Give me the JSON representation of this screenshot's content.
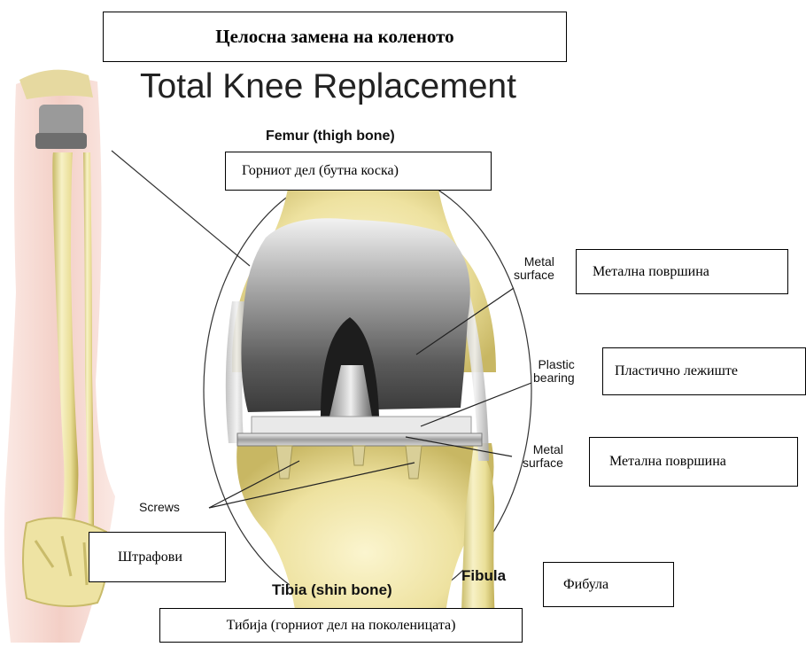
{
  "title_mk": "Целосна замена на коленото",
  "title_en": "Total Knee Replacement",
  "labels_en": {
    "femur": "Femur (thigh bone)",
    "metal_surface_top": [
      "Metal",
      "surface"
    ],
    "plastic_bearing": [
      "Plastic",
      "bearing"
    ],
    "metal_surface_bottom": [
      "Metal",
      "surface"
    ],
    "screws": "Screws",
    "tibia": "Tibia (shin bone)",
    "fibula": "Fibula"
  },
  "labels_mk": {
    "femur": "Горниот дел (бутна коска)",
    "metal_surface_top": "Метална површина",
    "plastic_bearing": "Пластично лежиште",
    "metal_surface_bottom": "Метална површина",
    "screws": "Штрафови",
    "fibula": "Фибула",
    "tibia": "Тибија (горниот дел на поколеницата)"
  },
  "colors": {
    "bone": "#efe7a8",
    "bone_shadow": "#c9bb6a",
    "skin": "#f6d7cf",
    "metal_dark": "#4a4a4a",
    "metal_light": "#e6e6e6",
    "plastic": "#e9e9e9"
  }
}
